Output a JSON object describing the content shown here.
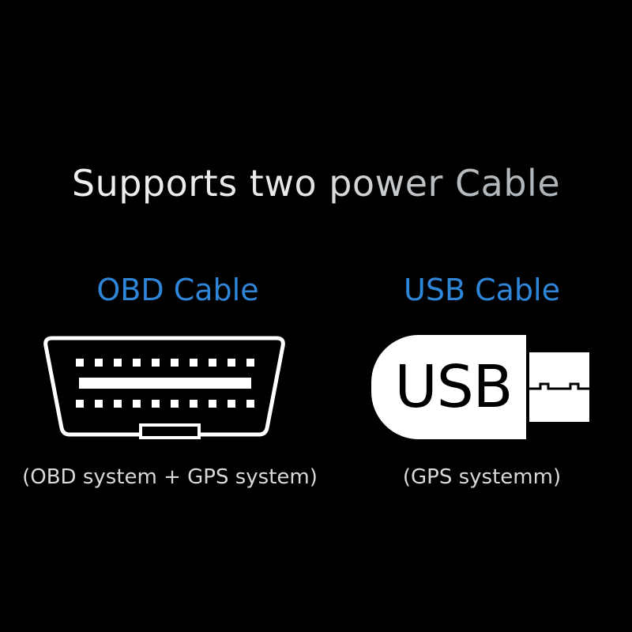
{
  "headline": "Supports two power Cable",
  "obd": {
    "title": "OBD Cable",
    "caption": "(OBD system + GPS system)",
    "icon": "obd-connector-icon"
  },
  "usb": {
    "title": "USB Cable",
    "icon_text": "USB",
    "caption": "(GPS systemm)",
    "icon": "usb-plug-icon"
  },
  "colors": {
    "background": "#000000",
    "accent": "#2f86d8",
    "caption": "#d9d9d9",
    "icon": "#ffffff"
  }
}
